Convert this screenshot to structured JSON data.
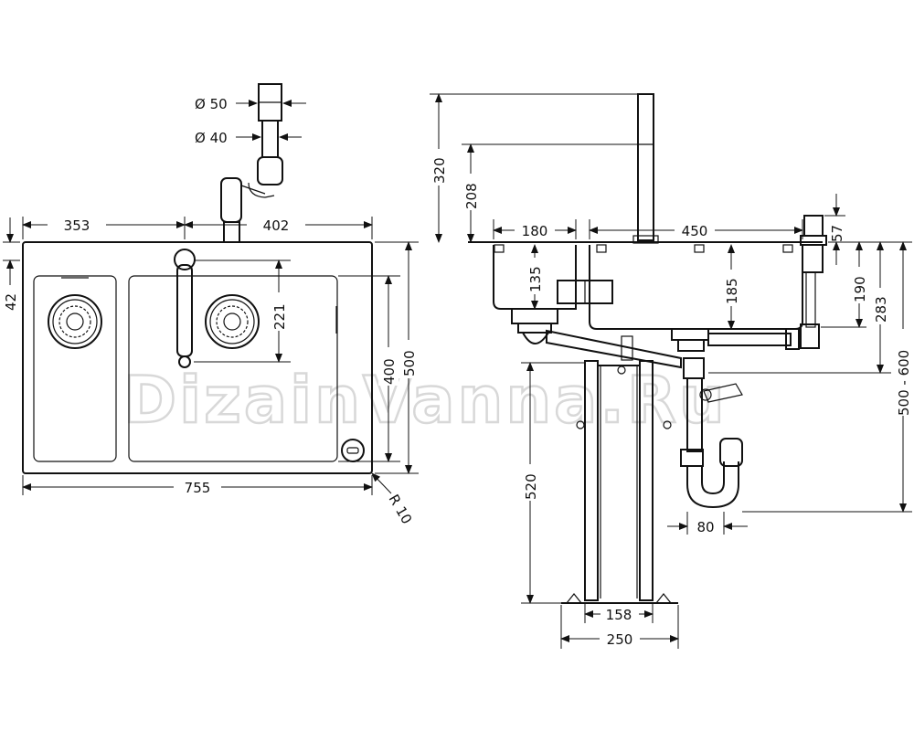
{
  "watermark": "DizainVanna.Ru",
  "top_view": {
    "dims": {
      "width_total": "755",
      "offset_left": "353",
      "offset_right": "402",
      "height_total": "500",
      "bowl_height": "400",
      "edge_offset": "42",
      "spout_reach": "221",
      "corner_radius": "R 10",
      "pipe_d50": "Ø 50",
      "pipe_d40": "Ø 40"
    }
  },
  "side_view": {
    "dims": {
      "faucet_height": "320",
      "faucet_spout": "208",
      "small_bowl_width": "180",
      "big_bowl_width": "450",
      "small_bowl_depth": "135",
      "big_bowl_depth": "185",
      "pump_57": "57",
      "pump_190": "190",
      "trap_283": "283",
      "trap_range": "500 - 600",
      "cabinet_520": "520",
      "trap_80": "80",
      "base_158": "158",
      "base_250": "250"
    }
  }
}
